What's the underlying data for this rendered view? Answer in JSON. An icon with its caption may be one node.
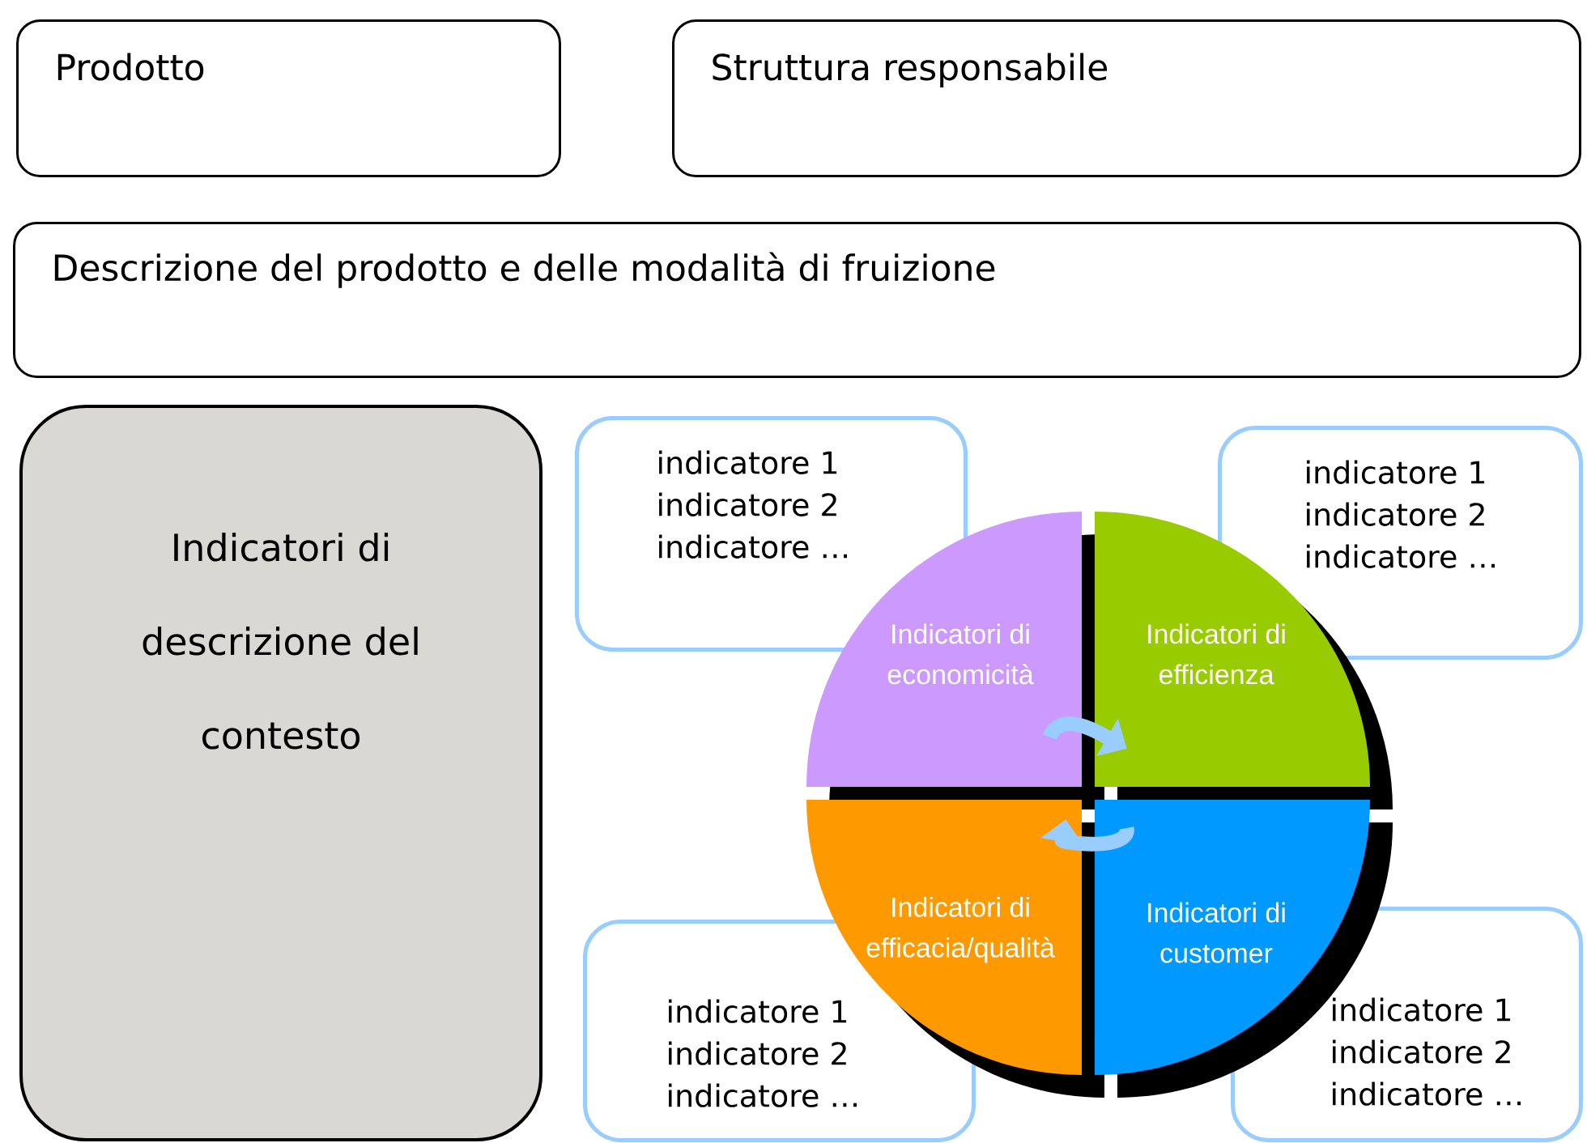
{
  "diagram": {
    "nodes": [
      {
        "text": [
          "Prodotto"
        ]
      },
      {
        "text": [
          "Struttura responsabile"
        ]
      },
      {
        "text": [
          "Descrizione del prodotto e delle modalità di fruizione"
        ]
      },
      {
        "text": [
          "Indicatori di descrizione del contesto"
        ]
      },
      {
        "text": [
          "indicatore 1",
          "indicatore 2",
          "indicatore …"
        ]
      },
      {
        "text": [
          "indicatore 1",
          "indicatore 2",
          "indicatore …"
        ]
      },
      {
        "text": [
          "indicatore 1",
          "indicatore 2",
          "indicatore …"
        ]
      },
      {
        "text": [
          "indicatore 1",
          "indicatore 2",
          "indicatore …"
        ]
      },
      {
        "text": [
          "Indicatori di economicità"
        ]
      },
      {
        "text": [
          "Indicatori di efficienza"
        ]
      },
      {
        "text": [
          "Indicatori di efficacia/qualità"
        ]
      },
      {
        "text": [
          "Indicatori di customer"
        ]
      }
    ],
    "edges": [
      {
        "from": 8,
        "to": 9,
        "arrow": "to"
      },
      {
        "from": 11,
        "to": 10,
        "arrow": "to"
      }
    ]
  }
}
